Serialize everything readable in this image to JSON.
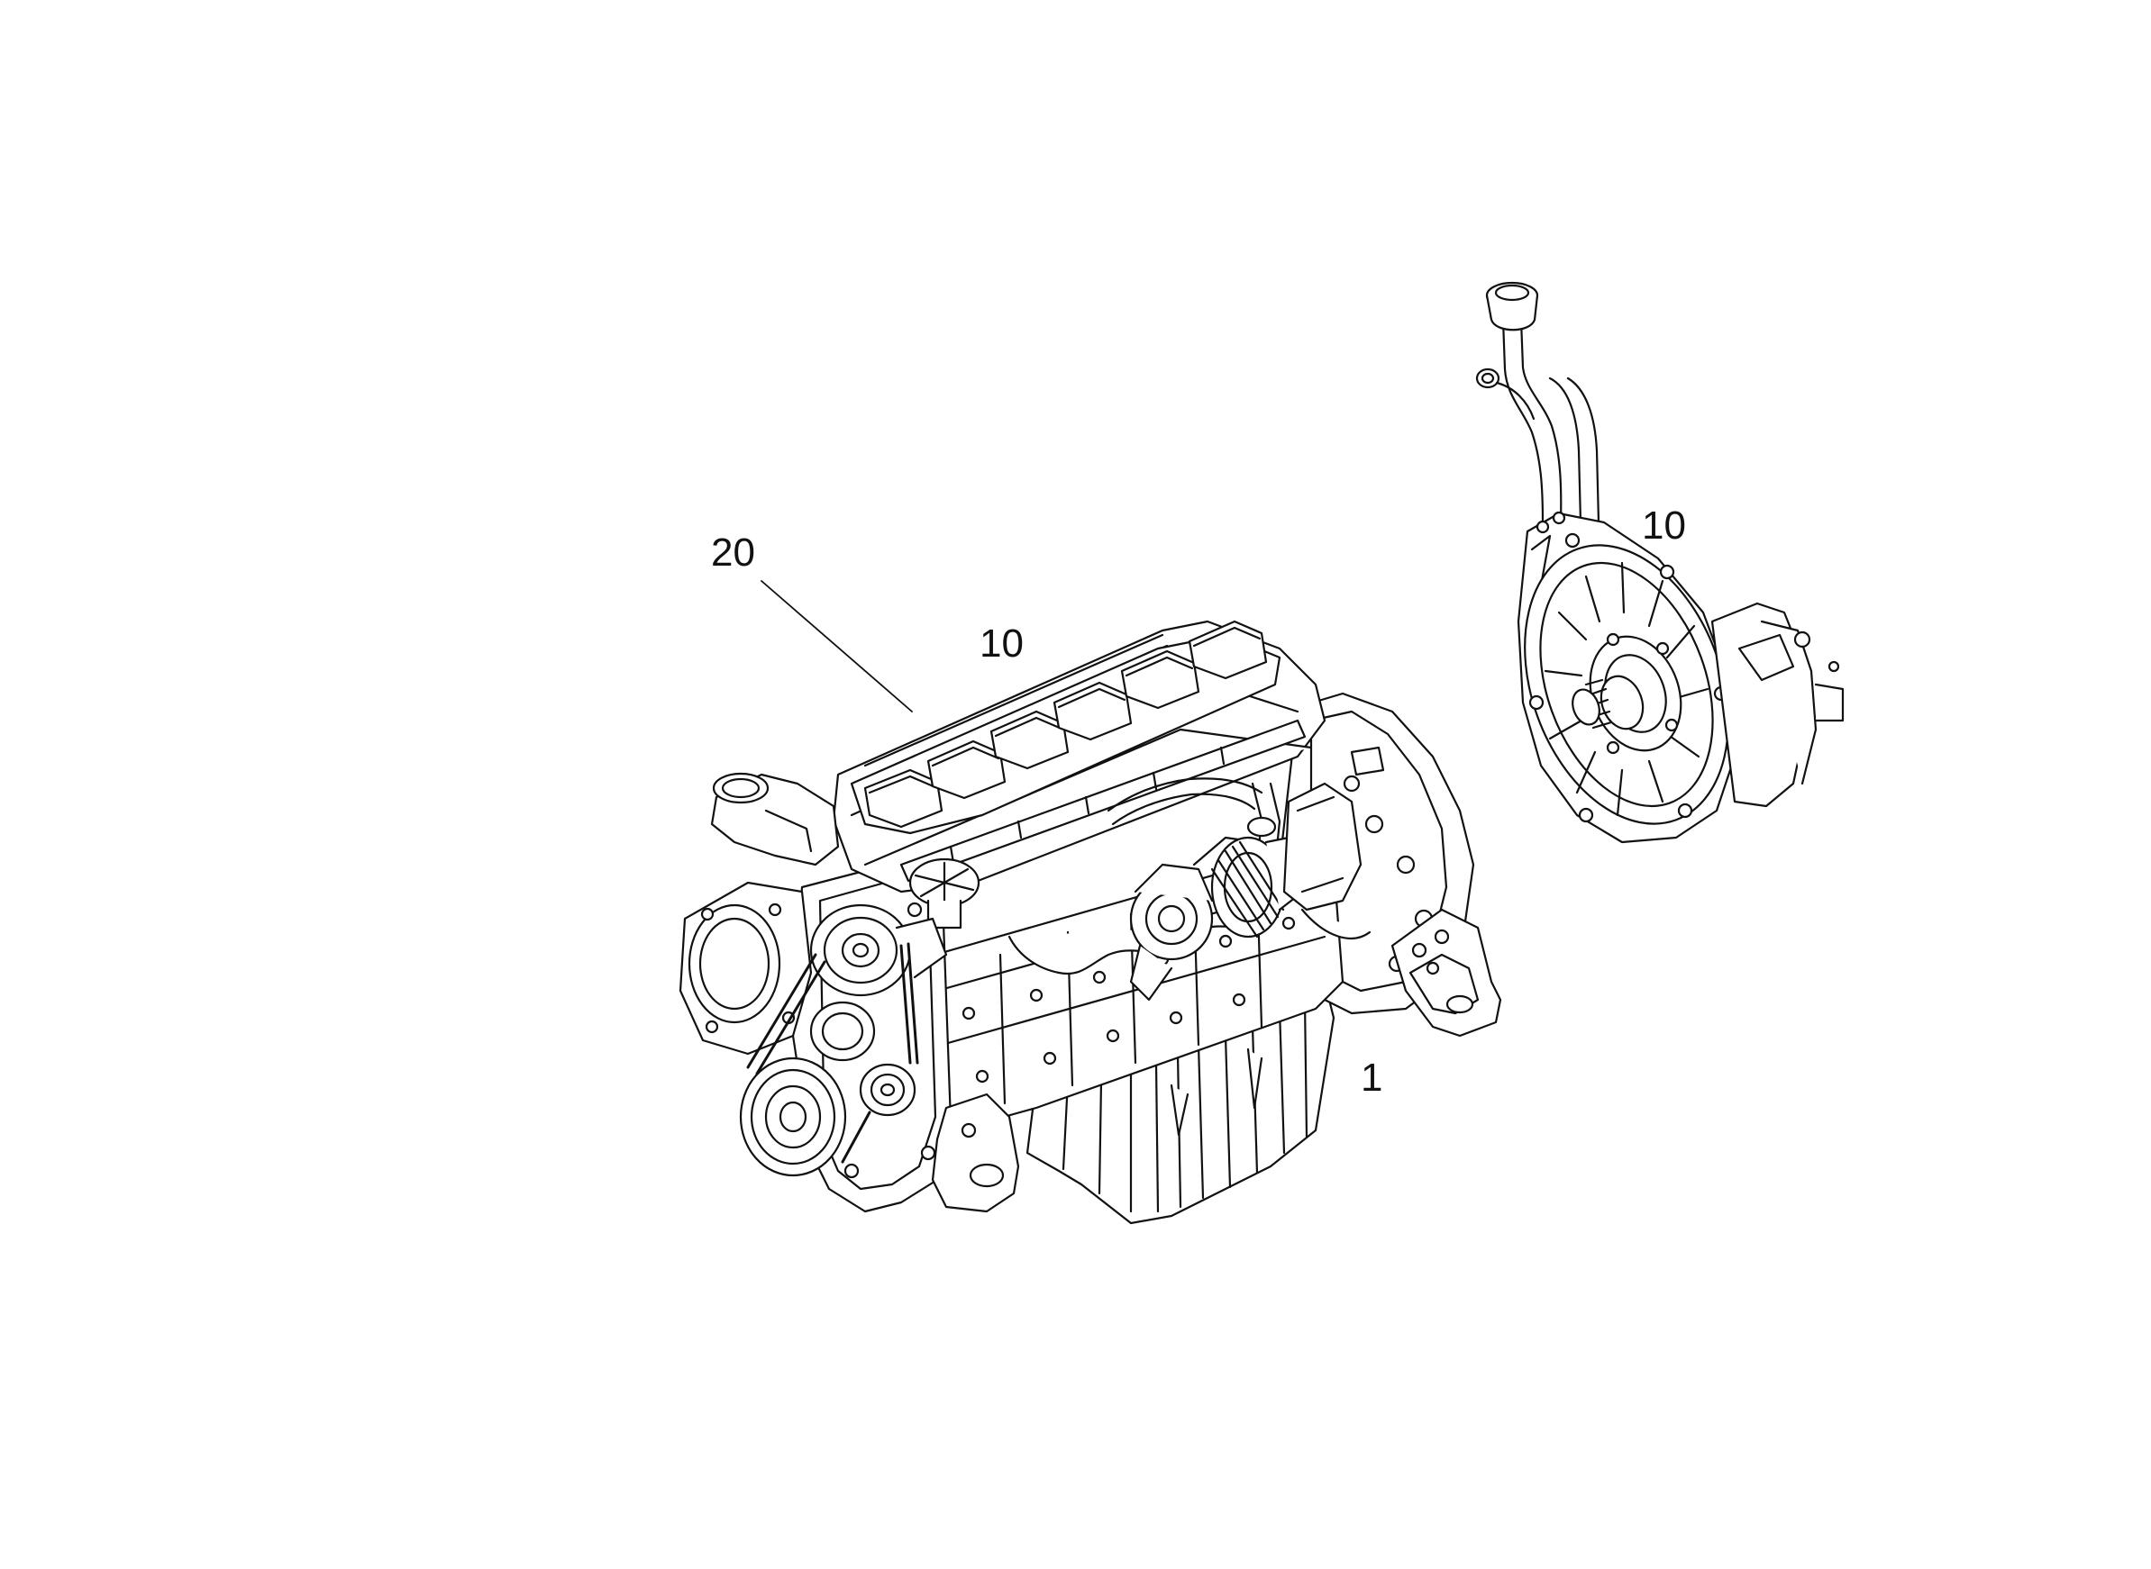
{
  "callouts": {
    "item_20": "20",
    "item_10_engine": "10",
    "item_1": "1",
    "item_10_housing": "10"
  },
  "colors": {
    "line": "#111111",
    "background": "#ffffff",
    "fill": "#ffffff"
  }
}
